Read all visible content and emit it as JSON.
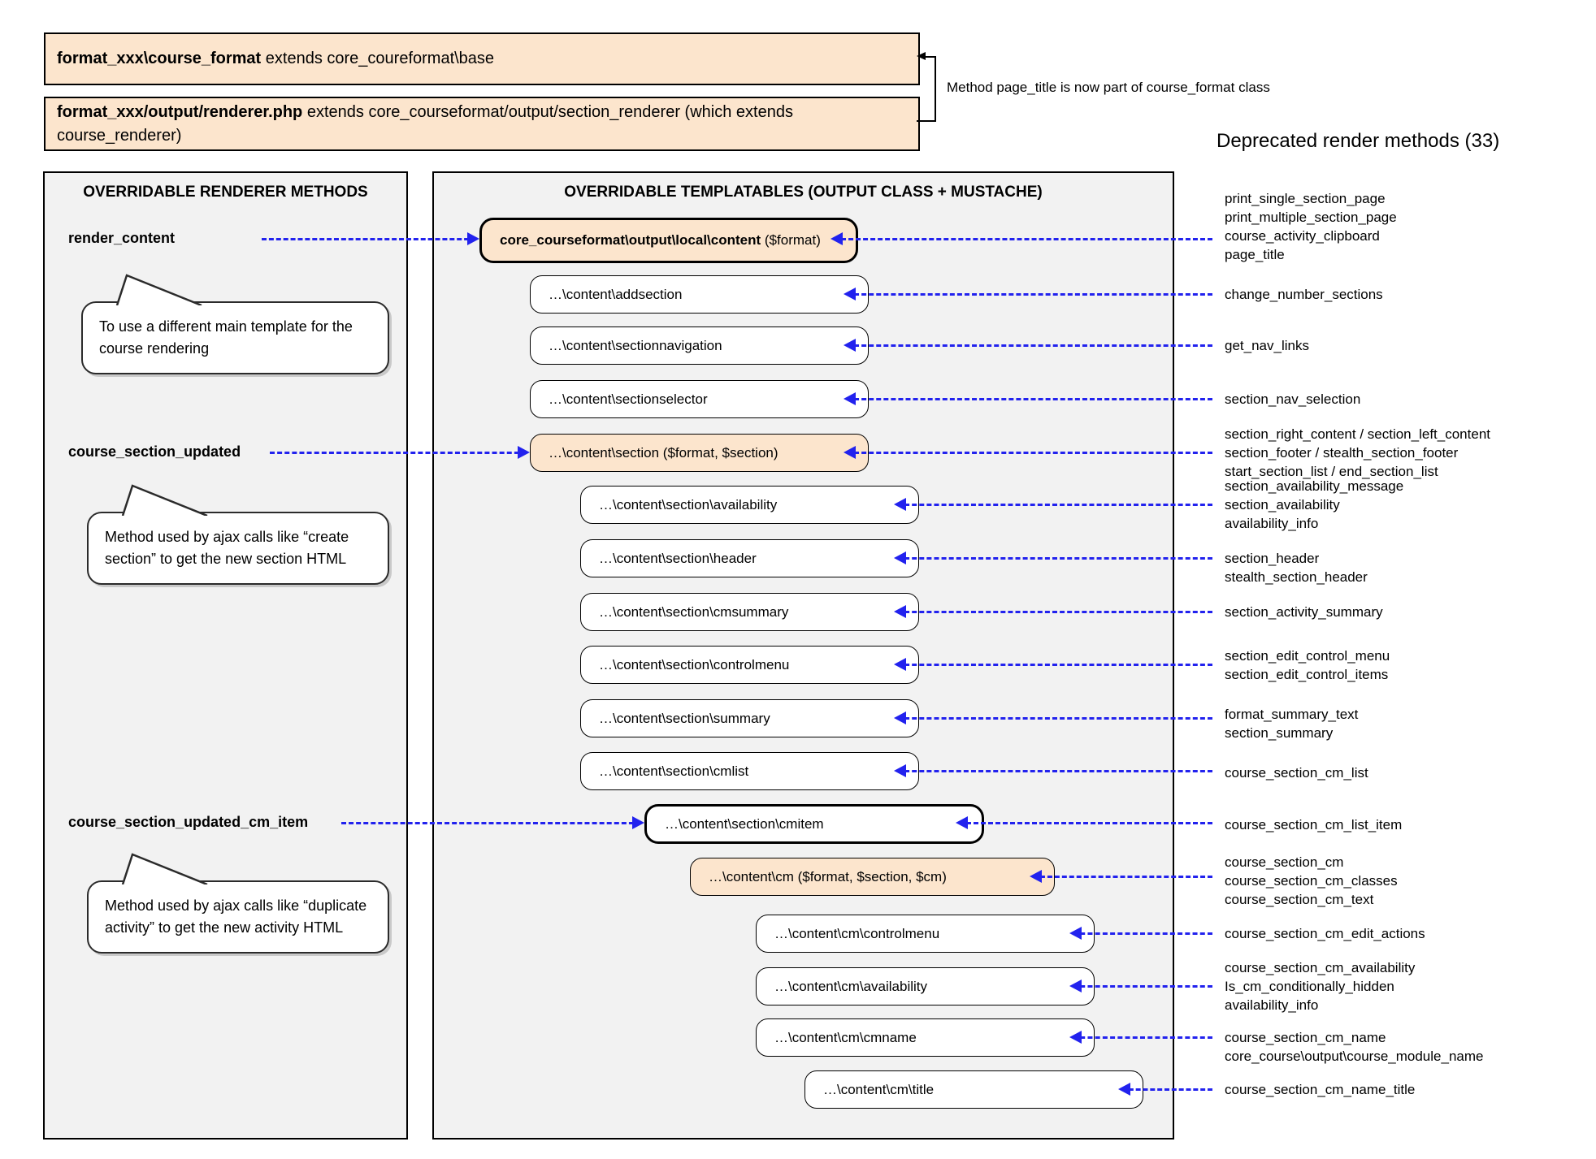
{
  "colors": {
    "accent_blue": "#2222ee",
    "box_orange": "#fce5cd",
    "panel_gray": "#f2f2f2",
    "box_border": "#000000"
  },
  "top": {
    "box1": {
      "bold": "format_xxx\\course_format",
      "rest": " extends core_coureformat\\base"
    },
    "box2": {
      "bold": "format_xxx/output/renderer.php",
      "rest": " extends core_courseformat/output/section_renderer (which extends course_renderer)"
    },
    "note": "Method page_title is now part of course_format class",
    "deprecated_title": "Deprecated render methods (33)"
  },
  "left_panel": {
    "title": "OVERRIDABLE RENDERER METHODS",
    "items": [
      {
        "label": "render_content",
        "bubble": "To use a different main template for the course rendering"
      },
      {
        "label": "course_section_updated",
        "bubble": "Method used by ajax calls like “create section” to get the new section HTML"
      },
      {
        "label": "course_section_updated_cm_item",
        "bubble": "Method used by ajax calls like “duplicate activity” to get the new activity HTML"
      }
    ]
  },
  "middle": {
    "title": "OVERRIDABLE TEMPLATABLES (OUTPUT CLASS + MUSTACHE)",
    "boxes": [
      {
        "label_bold": "core_courseformat\\output\\local\\content",
        "label_rest": " ($format)"
      },
      {
        "label": "…\\content\\addsection"
      },
      {
        "label": "…\\content\\sectionnavigation"
      },
      {
        "label": "…\\content\\sectionselector"
      },
      {
        "label": "…\\content\\section ($format, $section)"
      },
      {
        "label": "…\\content\\section\\availability"
      },
      {
        "label": "…\\content\\section\\header"
      },
      {
        "label": "…\\content\\section\\cmsummary"
      },
      {
        "label": "…\\content\\section\\controlmenu"
      },
      {
        "label": "…\\content\\section\\summary"
      },
      {
        "label": "…\\content\\section\\cmlist"
      },
      {
        "label": "…\\content\\section\\cmitem"
      },
      {
        "label": "…\\content\\cm ($format, $section, $cm)"
      },
      {
        "label": "…\\content\\cm\\controlmenu"
      },
      {
        "label": "…\\content\\cm\\availability"
      },
      {
        "label": "…\\content\\cm\\cmname"
      },
      {
        "label": "…\\content\\cm\\title"
      }
    ]
  },
  "right": {
    "groups": [
      {
        "lines": [
          "print_single_section_page",
          "print_multiple_section_page",
          "course_activity_clipboard",
          "page_title"
        ]
      },
      {
        "lines": [
          "change_number_sections"
        ]
      },
      {
        "lines": [
          "get_nav_links"
        ]
      },
      {
        "lines": [
          "section_nav_selection"
        ]
      },
      {
        "lines": [
          "section_right_content / section_left_content",
          "section_footer / stealth_section_footer",
          "start_section_list / end_section_list"
        ]
      },
      {
        "lines": [
          "section_availability_message",
          "section_availability",
          "availability_info"
        ]
      },
      {
        "lines": [
          "section_header",
          "stealth_section_header"
        ]
      },
      {
        "lines": [
          "section_activity_summary"
        ]
      },
      {
        "lines": [
          "section_edit_control_menu",
          "section_edit_control_items"
        ]
      },
      {
        "lines": [
          "format_summary_text",
          "section_summary"
        ]
      },
      {
        "lines": [
          "course_section_cm_list"
        ]
      },
      {
        "lines": [
          "course_section_cm_list_item"
        ]
      },
      {
        "lines": [
          "course_section_cm",
          "course_section_cm_classes",
          "course_section_cm_text"
        ]
      },
      {
        "lines": [
          "course_section_cm_edit_actions"
        ]
      },
      {
        "lines": [
          "course_section_cm_availability",
          "Is_cm_conditionally_hidden",
          "availability_info"
        ]
      },
      {
        "lines": [
          "course_section_cm_name",
          "core_course\\output\\course_module_name"
        ]
      },
      {
        "lines": [
          "course_section_cm_name_title"
        ]
      }
    ]
  }
}
